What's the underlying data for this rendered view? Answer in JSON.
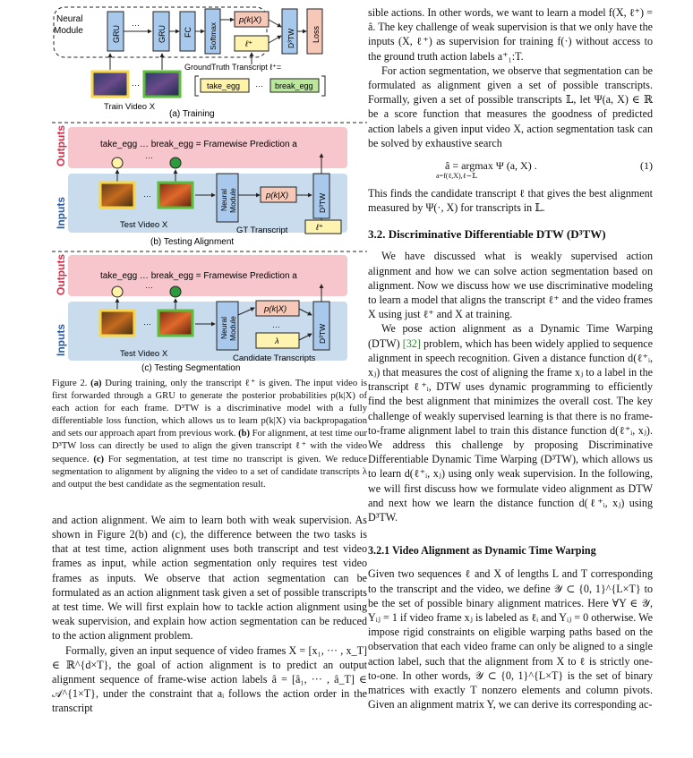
{
  "figure": {
    "training": {
      "neural_module": [
        "Neural",
        "Module"
      ],
      "gru1": "GRU",
      "gru2": "GRU",
      "fc": "FC",
      "softmax": "Softmax",
      "posterior": "p(k|X)",
      "ell_plus": "ℓ⁺",
      "d3tw": "D³TW",
      "loss": "Loss",
      "gt_transcript": "GroundTruth Transcript ℓ⁺=",
      "actions": [
        "take_egg",
        "···",
        "break_egg"
      ],
      "video_label": "Train Video X",
      "ellipsis": "···",
      "sub_caption": "(a) Training"
    },
    "alignment": {
      "outputs": "Outputs",
      "inputs": "Inputs",
      "prediction": "take_egg  … break_egg  = Framewise Prediction a",
      "ellipsis": "···",
      "neural_module": [
        "Neural",
        "Module"
      ],
      "posterior": "p(k|X)",
      "d3tw": "D³TW",
      "ell_plus": "ℓ⁺",
      "video_label": "Test Video X",
      "gt_transcript": "GT Transcript",
      "sub_caption": "(b) Testing Alignment"
    },
    "segmentation": {
      "outputs": "Outputs",
      "inputs": "Inputs",
      "prediction": "take_egg  … break_egg  = Framewise Prediction a",
      "ellipsis": "···",
      "neural_module": [
        "Neural",
        "Module"
      ],
      "posterior": "p(k|X)",
      "lambda": "λ",
      "d3tw": "D³TW",
      "video_label": "Test Video X",
      "candidate": "Candidate Transcripts",
      "sub_caption": "(c) Testing Segmentation"
    },
    "colors": {
      "outputs_band": "#f7c6cc",
      "inputs_band": "#c9dcee",
      "pink_box": "#f6c8b8",
      "yellow_box": "#fff3b0",
      "action_yellow": "#fff3a8",
      "action_green": "#b9e89a",
      "frame_yellow": "#f7d64a",
      "frame_green": "#5bbd3a",
      "neural_blue": "#a9c9ec"
    }
  },
  "caption": [
    {
      "t": "Figure 2. "
    },
    {
      "b": "(a)"
    },
    {
      "t": " During training, only the transcript ℓ⁺ is given. The input video is first forwarded through a GRU to generate the posterior probabilities p(k|X) of each action for each frame. D³TW is a discriminative model with a fully differentiable loss function, which allows us to learn p(k|X) via backpropagation and sets our approach apart from previous work. "
    },
    {
      "b": "(b)"
    },
    {
      "t": " For alignment, at test time our D³TW loss can directly be used to align the given transcript ℓ⁺ with the video sequence. "
    },
    {
      "b": "(c)"
    },
    {
      "t": " For segmentation, at test time no transcript is given. We reduce segmentation to alignment by aligning the video to a set of candidate transcripts λ and output the best candidate as the segmentation result."
    }
  ],
  "left": {
    "p1": "and action alignment. We aim to learn both with weak supervision. As shown in Figure 2(b) and (c), the difference between the two tasks is that at test time, action alignment uses both transcript and test video frames as input, while action segmentation only requires test video frames as inputs. We observe that action segmentation can be formulated as an action alignment task given a set of possible transcripts at test time. We will first explain how to tackle action alignment using weak supervision, and explain how action segmentation can be reduced to the action alignment problem.",
    "p2": "Formally, given an input sequence of video frames X = [x₁, ··· , x_T] ∈ ℝ^{d×T}, the goal of action alignment is to predict an output alignment sequence of frame-wise action labels â = [â₁, ··· , â_T] ∈ 𝒜^{1×T}, under the constraint that aᵢ follows the action order in the transcript"
  },
  "right": {
    "p1": "sible actions. In other words, we want to learn a model f(X, ℓ⁺) = â. The key challenge of weak supervision is that we only have the inputs (X, ℓ⁺) as supervision for training f(·) without access to the ground truth action labels a⁺₁:T.",
    "p2": "For action segmentation, we observe that segmentation can be formulated as alignment given a set of possible transcripts. Formally, given a set of possible transcripts 𝕃, let Ψ(a, X) ∈ ℝ be a score function that measures the goodness of predicted action labels a given input video X, action segmentation task can be solved by exhaustive search",
    "eq_main": "â =   argmax   Ψ (a, X) .",
    "eq_sub": "a=f(ℓ,X),ℓ∼𝕃",
    "eq_num": "(1)",
    "p3": "This finds the candidate transcript ℓ that gives the best alignment measured by Ψ(·, X) for transcripts in 𝕃.",
    "h_32": "3.2. Discriminative Differentiable DTW (D³TW)",
    "p4": "We have discussed what is weakly supervised action alignment and how we can solve action segmentation based on alignment. Now we discuss how we use discriminative modeling to learn a model that aligns the transcript ℓ⁺ and the video frames X using just ℓ⁺ and X at training.",
    "p5a": "We pose action alignment as a Dynamic Time Warping (DTW) ",
    "p5cite": "[32]",
    "p5b": " problem, which has been widely applied to sequence alignment in speech recognition. Given a distance function d(ℓ⁺ᵢ, xⱼ) that measures the cost of aligning the frame xⱼ to a label in the transcript ℓ⁺ᵢ, DTW uses dynamic programming to efficiently find the best alignment that minimizes the overall cost. The key challenge of weakly supervised learning is that there is no frame-to-frame alignment label to train this distance function d(ℓ⁺ᵢ, xⱼ). We address this challenge by proposing Discriminative Differentiable Dynamic Time Warping (D³TW), which allows us to learn d(ℓ⁺ᵢ, xⱼ) using only weak supervision. In the following, we will first discuss how we formulate video alignment as DTW and next how we learn the distance function d(ℓ⁺ᵢ, xⱼ) using D³TW.",
    "h_321": "3.2.1   Video Alignment as Dynamic Time Warping",
    "p6": "Given two sequences ℓ and X of lengths L and T corresponding to the transcript and the video, we define 𝒴 ⊂ {0, 1}^{L×T} to be the set of possible binary alignment matrices. Here ∀Y ∈ 𝒴, Yᵢⱼ = 1 if video frame xⱼ is labeled as ℓᵢ and Yᵢⱼ = 0 otherwise. We impose rigid constraints on eligible warping paths based on the observation that each video frame can only be aligned to a single action label, such that the alignment from X to ℓ is strictly one-to-one. In other words, 𝒴 ⊂ {0, 1}^{L×T} is the set of binary matrices with exactly T nonzero elements and column pivots. Given an alignment matrix Y, we can derive its corresponding ac-"
  }
}
